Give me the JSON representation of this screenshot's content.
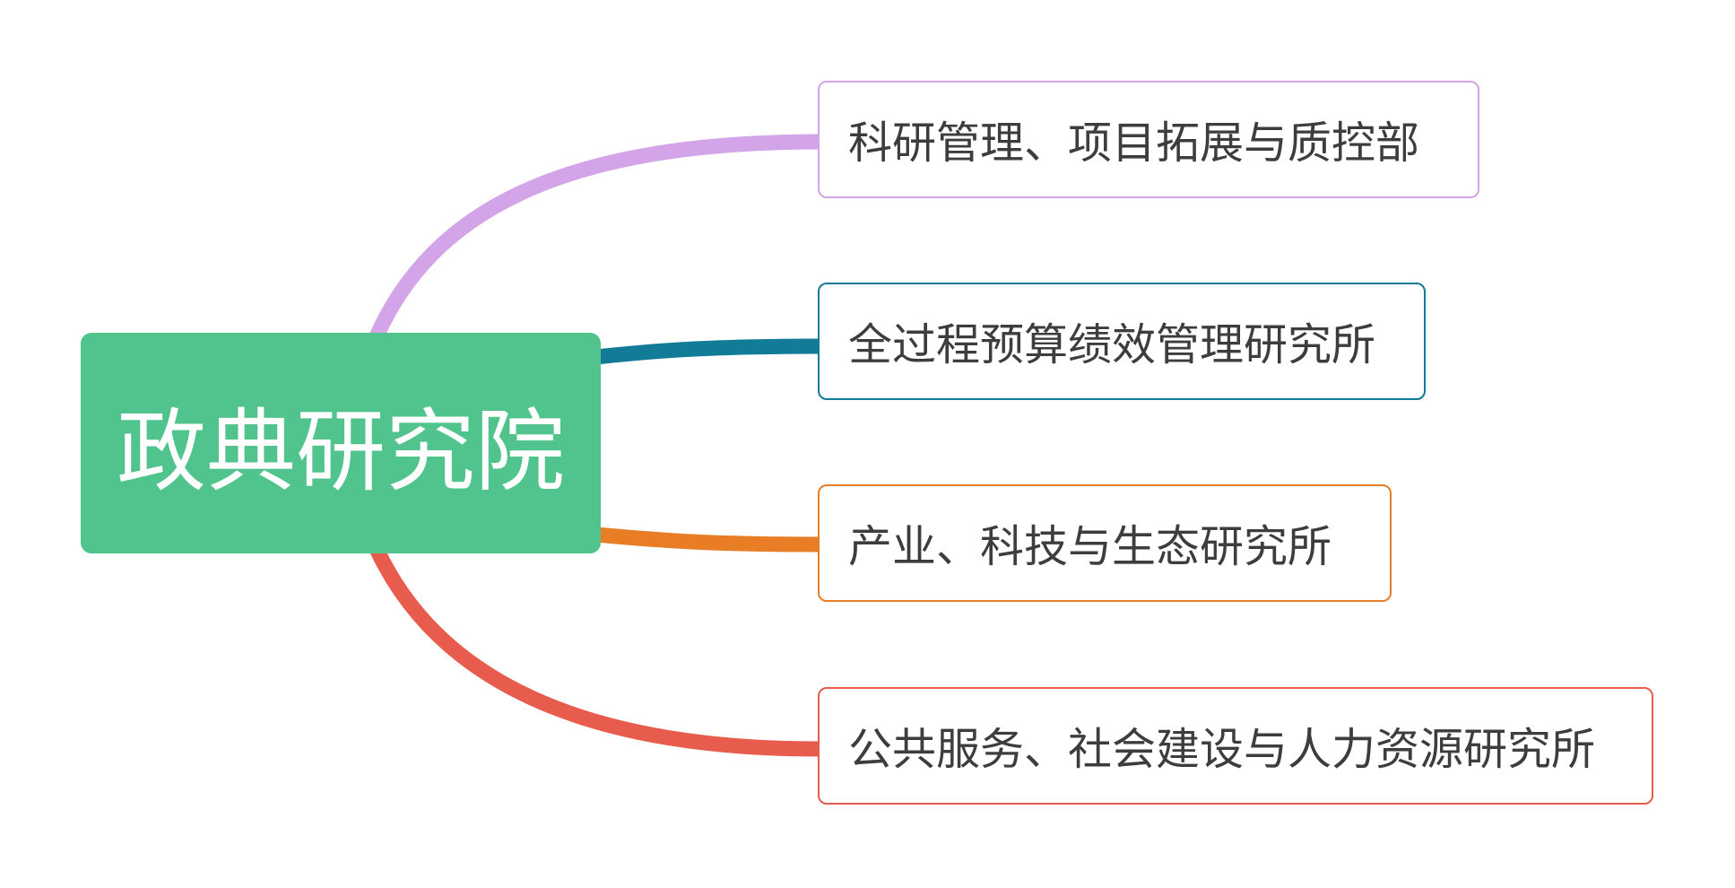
{
  "root": {
    "label": "政典研究院",
    "color": "#51c48e"
  },
  "branches": [
    {
      "label": "科研管理、项目拓展与质控部",
      "color": "#d3a4e8"
    },
    {
      "label": "全过程预算绩效管理研究所",
      "color": "#127c98"
    },
    {
      "label": "产业、科技与生态研究所",
      "color": "#e87d25"
    },
    {
      "label": "公共服务、社会建设与人力资源研究所",
      "color": "#e85c4d"
    }
  ]
}
